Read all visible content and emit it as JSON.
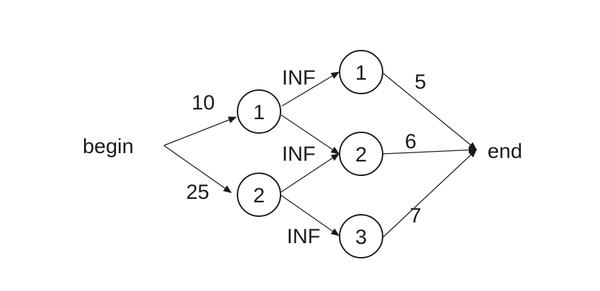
{
  "terminals": {
    "begin": "begin",
    "end": "end"
  },
  "layer1": {
    "node_a": "1",
    "node_b": "2"
  },
  "layer2": {
    "node_a": "1",
    "node_b": "2",
    "node_c": "3"
  },
  "weights": {
    "begin_to_l1a": "10",
    "begin_to_l1b": "25",
    "l1_to_l2a": "INF",
    "l1_to_l2b": "INF",
    "l1_to_l2c": "INF",
    "l2a_to_end": "5",
    "l2b_to_end": "6",
    "l2c_to_end": "7"
  },
  "colors": {
    "ink": "#1a1a1a",
    "background": "#ffffff"
  }
}
